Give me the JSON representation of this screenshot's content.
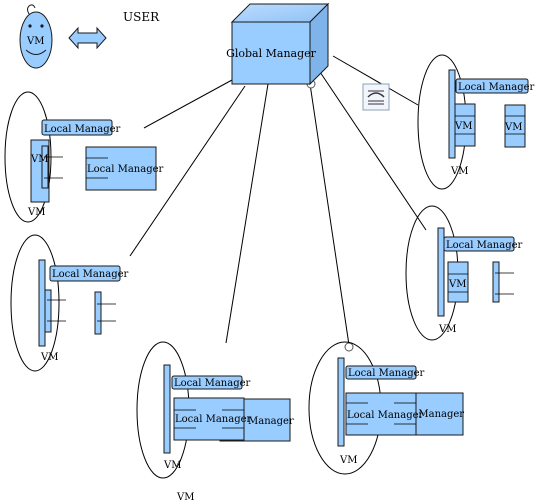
{
  "legend": {
    "vm_label": "VM",
    "user_label": "USER"
  },
  "global_manager": {
    "label": "Global Manager"
  },
  "clusters": [
    {
      "local_manager": "Local Manager",
      "extra_manager": "Local Manager",
      "vm_inner": "VM",
      "vm_caption": "VM"
    },
    {
      "local_manager": "Local Manager",
      "vm_caption": "VM"
    },
    {
      "local_manager": "Local Manager",
      "extra_manager": "Local Manager",
      "extra_manager_back": "Manager",
      "vm_caption": "VM",
      "vm_caption_below": "VM"
    },
    {
      "local_manager": "Local Manager",
      "extra_manager": "Local Manager",
      "extra_manager_back": "l Manager",
      "vm_caption": "VM"
    },
    {
      "local_manager": "Local Manager",
      "vm_inner": "VM",
      "vm_caption": "VM"
    },
    {
      "local_manager": "Local Manager",
      "vm_inner": "VM",
      "vm_inner_2": "VM",
      "vm_caption": "VM"
    }
  ],
  "colors": {
    "box_fill": "#99ccff",
    "stroke": "#1a1a1a"
  }
}
